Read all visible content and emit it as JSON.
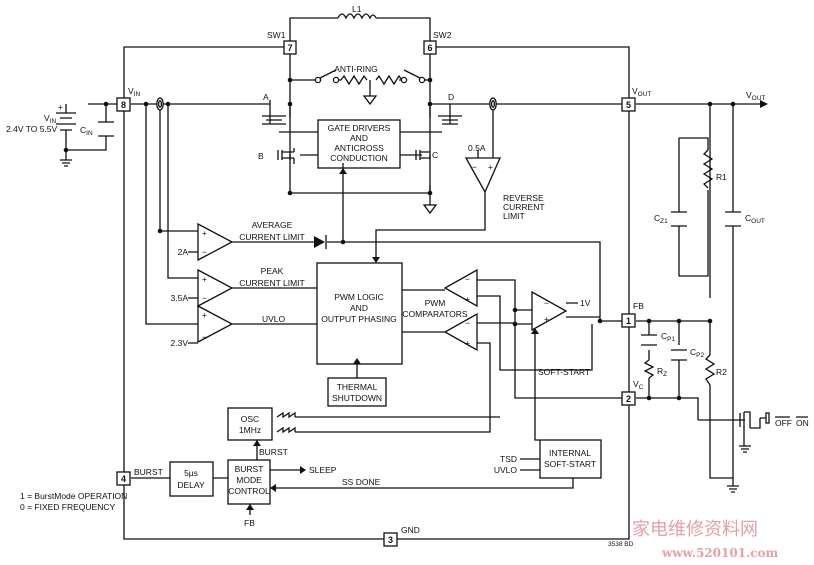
{
  "pins": {
    "sw1": {
      "num": "7",
      "name": "SW1"
    },
    "sw2": {
      "num": "6",
      "name": "SW2"
    },
    "vin": {
      "num": "8",
      "name_main": "V",
      "name_sub": "IN"
    },
    "vout": {
      "num": "5",
      "name_main": "V",
      "name_sub": "OUT"
    },
    "fb": {
      "num": "1",
      "name": "FB"
    },
    "vc": {
      "num": "2",
      "name_main": "V",
      "name_sub": "C"
    },
    "burst": {
      "num": "4",
      "name": "BURST"
    },
    "gnd": {
      "num": "3",
      "name": "GND"
    }
  },
  "inductor": "L1",
  "anti_ring": "ANTI-RING",
  "switches": {
    "a": "A",
    "b": "B",
    "c": "C",
    "d": "D"
  },
  "gate_drivers": [
    "GATE DRIVERS",
    "AND",
    "ANTICROSS",
    "CONDUCTION"
  ],
  "reverse_limit": {
    "ref": "0.5A",
    "label": [
      "REVERSE",
      "CURRENT",
      "LIMIT"
    ]
  },
  "average_limit": {
    "ref": "2A",
    "label": [
      "AVERAGE",
      "CURRENT LIMIT"
    ]
  },
  "peak_limit": {
    "ref": "3.5A",
    "label": [
      "PEAK",
      "CURRENT LIMIT"
    ]
  },
  "uvlo": {
    "ref": "2.3V",
    "label": "UVLO"
  },
  "pwm_logic": [
    "PWM LOGIC",
    "AND",
    "OUTPUT PHASING"
  ],
  "pwm_comparators": [
    "PWM",
    "COMPARATORS"
  ],
  "error_amp_ref": "1V",
  "thermal": [
    "THERMAL",
    "SHUTDOWN"
  ],
  "soft_start_label": "SOFT-START",
  "internal_soft_start": [
    "INTERNAL",
    "SOFT-START"
  ],
  "tsd": "TSD",
  "uvlo_in": "UVLO",
  "osc": [
    "OSC",
    "1MHz"
  ],
  "burst_signal": "BURST",
  "delay": [
    "5µs",
    "DELAY"
  ],
  "burst_control": [
    "BURST",
    "MODE",
    "CONTROL"
  ],
  "sleep": "SLEEP",
  "ss_done": "SS DONE",
  "fb_in": "FB",
  "burst_modes": [
    "1 = BurstMode OPERATION",
    "0 = FIXED FREQUENCY"
  ],
  "input": {
    "v_main": "V",
    "v_sub": "IN",
    "range": "2.4V TO 5.5V",
    "cap_main": "C",
    "cap_sub": "IN"
  },
  "output": {
    "v_main": "V",
    "v_sub": "OUT"
  },
  "components": {
    "r1": "R1",
    "r2": "R2",
    "cz1_main": "C",
    "cz1_sub": "Z1",
    "cout_main": "C",
    "cout_sub": "OUT",
    "cp1_main": "C",
    "cp1_sub": "P1",
    "cp2_main": "C",
    "cp2_sub": "P2",
    "rz_main": "R",
    "rz_sub": "Z"
  },
  "off_on": {
    "off": "OFF",
    "on": "ON"
  },
  "figure_code": "3538 BD",
  "watermark": {
    "line1": "家电维修资料网",
    "line2": "www.520101.com"
  }
}
